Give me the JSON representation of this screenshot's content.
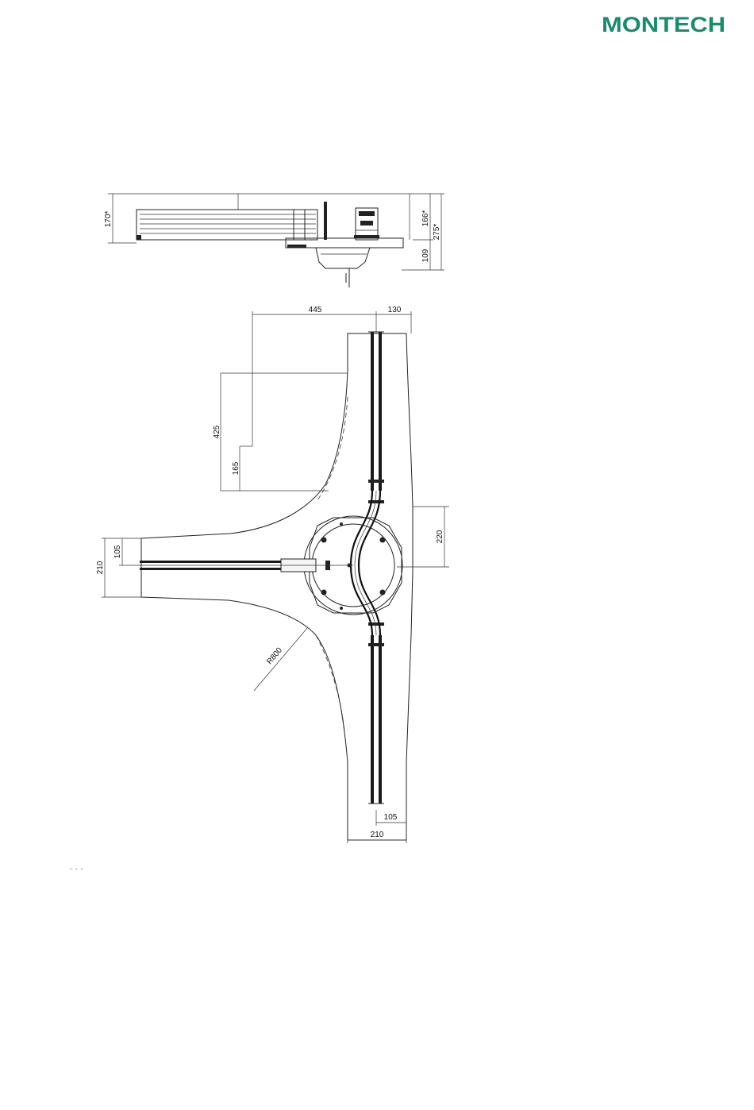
{
  "logo": {
    "text": "MONTECH",
    "color": "#1a8c6e"
  },
  "side_view": {
    "dim_left_height": "170*",
    "dim_right_upper": "166*",
    "dim_right_total": "275*",
    "dim_right_lower": "109"
  },
  "top_view": {
    "dim_top_left": "445",
    "dim_top_right": "130",
    "dim_left_tall": "425",
    "dim_left_short": "165",
    "dim_right_mid": "220",
    "dim_branch_outer": "210",
    "dim_branch_inner": "105",
    "dim_radius": "R800",
    "dim_bottom_inner": "105",
    "dim_bottom_outer": "210"
  },
  "footnote": "- - -"
}
